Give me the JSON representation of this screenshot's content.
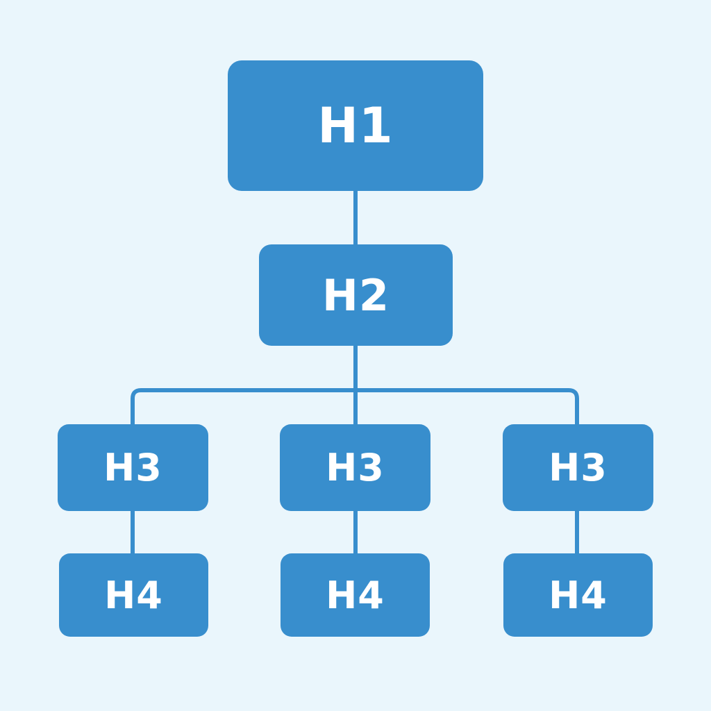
{
  "diagram": {
    "colors": {
      "background": "#EAF6FC",
      "node_fill": "#388ECD",
      "connector": "#388ECD",
      "text": "#FFFFFF"
    },
    "nodes": {
      "h1": "H1",
      "h2": "H2",
      "h3": [
        "H3",
        "H3",
        "H3"
      ],
      "h4": [
        "H4",
        "H4",
        "H4"
      ]
    },
    "edges": [
      [
        "h1",
        "h2"
      ],
      [
        "h2",
        "h3.0"
      ],
      [
        "h2",
        "h3.1"
      ],
      [
        "h2",
        "h3.2"
      ],
      [
        "h3.0",
        "h4.0"
      ],
      [
        "h3.1",
        "h4.1"
      ],
      [
        "h3.2",
        "h4.2"
      ]
    ]
  }
}
